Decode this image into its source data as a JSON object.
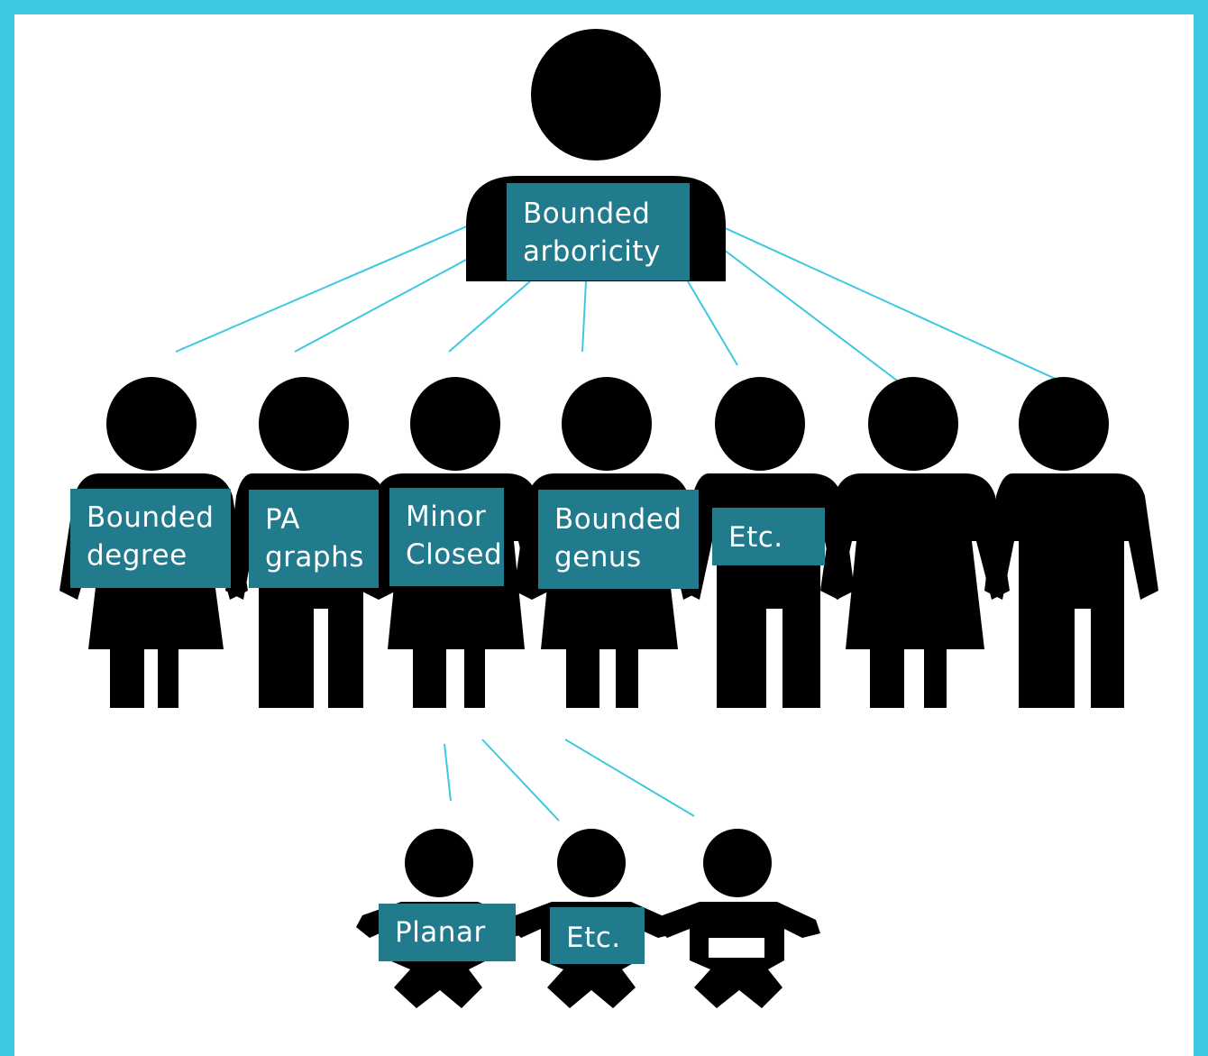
{
  "root": {
    "label": "Bounded\narboricity"
  },
  "children": [
    {
      "label": "Bounded\ndegree"
    },
    {
      "label": "PA\ngraphs"
    },
    {
      "label": "Minor\nClosed"
    },
    {
      "label": "Bounded\ngenus"
    },
    {
      "label": "Etc."
    }
  ],
  "grandchildren": [
    {
      "label": "Planar"
    },
    {
      "label": "Etc."
    }
  ],
  "colors": {
    "frame": "#3cc8e0",
    "label_bg": "#227a8d",
    "connector": "#3cc8e0",
    "figure": "#000000"
  }
}
